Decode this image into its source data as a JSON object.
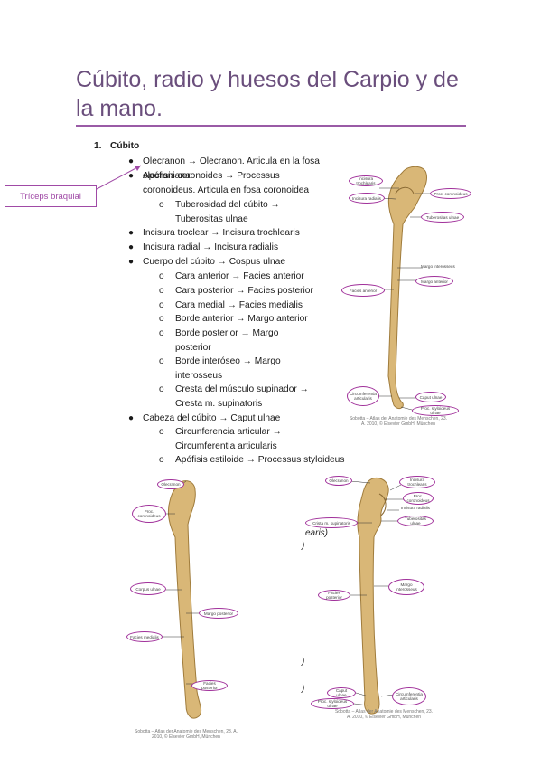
{
  "title": "Cúbito, radio y huesos del Carpio y de la mano.",
  "section": {
    "number": "1.",
    "heading": "Cúbito"
  },
  "muscle_label": "Tríceps braquial",
  "items": [
    {
      "text": "Olecranon → Olecranon. Articula en la fosa olecraniana"
    },
    {
      "text": "Apófisis coronoides → Processus coronoideus. Articula en fosa coronoidea"
    },
    {
      "text": "Tuberosidad del cúbito → Tuberositas ulnae"
    },
    {
      "text": "Incisura troclear → Incisura trochlearis"
    },
    {
      "text": "Incisura radial → Incisura radialis"
    },
    {
      "text": "Cuerpo del cúbito → Cospus ulnae"
    },
    {
      "text": "Cara anterior → Facies anterior"
    },
    {
      "text": "Cara posterior → Facies posterior"
    },
    {
      "text": "Cara medial → Facies medialis"
    },
    {
      "text": "Borde anterior → Margo anterior"
    },
    {
      "text": "Borde posterior → Margo posterior"
    },
    {
      "text": "Borde interóseo → Margo interosseus"
    },
    {
      "text": "Cresta del músculo supinador → Cresta m. supinatoris"
    },
    {
      "text": "Cabeza del cúbito → Caput ulnae"
    },
    {
      "text": "Circunferencia articular → Circumferentia articularis"
    },
    {
      "text": "Apófisis estiloide → Processus styloideus"
    }
  ],
  "figure1": {
    "labels": [
      "Incisura trochlearis",
      "Incisura radialis",
      "Proc. coronoideus",
      "Tuberositas ulnae",
      "Margo interosseus",
      "Margo anterior",
      "Facies anterior",
      "Circumferentia articularis",
      "Caput ulnae",
      "Proc. styloideus ulnae"
    ],
    "caption": "Sobotta – Atlas der Anatomie des Menschen, 23. A. 2010, © Elsevier GmbH, München"
  },
  "figure2": {
    "labels": [
      "Olecranon",
      "Proc. coronoideus",
      "Corpus ulnae",
      "Margo posterior",
      "Facies medialis",
      "Facies posterior"
    ],
    "caption": "Sobotta – Atlas der Anatomie des Menschen, 23. A. 2010, © Elsevier GmbH, München"
  },
  "figure3": {
    "labels": [
      "Olecranon",
      "Incisura trochlearis",
      "Proc. coronoideus",
      "Incisura radialis",
      "Crista m. supinatoris",
      "Tuberositas ulnae",
      "Facies posterior",
      "Margo interosseus",
      "Caput ulnae",
      "Circumferentia articularis",
      "Proc. styloideus ulnae"
    ],
    "caption": "Sobotta – Atlas der Anatomie des Menschen, 23. A. 2010, © Elsevier GmbH, München"
  },
  "fragments": [
    "earis)",
    ")",
    ")",
    ")"
  ],
  "colors": {
    "title": "#6a4e7c",
    "rule": "#9a5ba6",
    "accent": "#a0309a",
    "bone": "#d9b777"
  }
}
